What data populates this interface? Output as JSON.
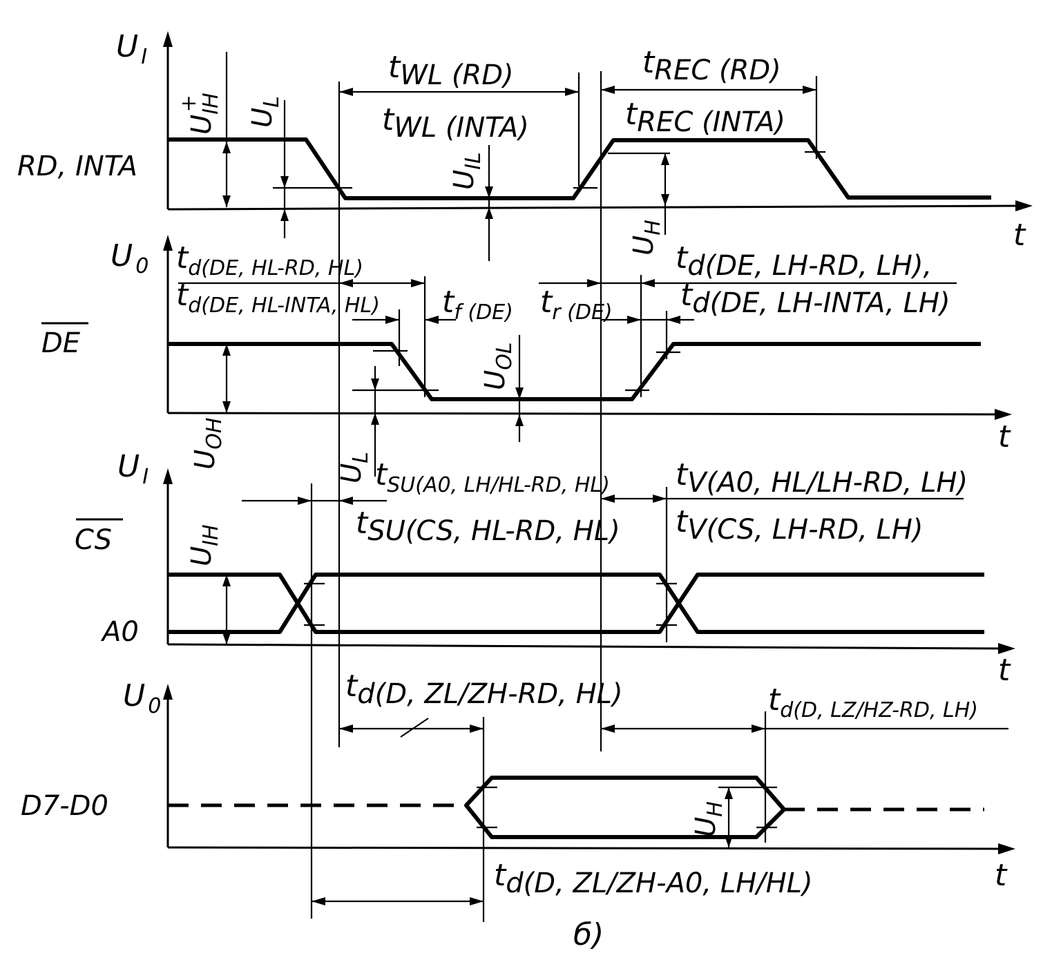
{
  "rows": {
    "rd": {
      "axis": "U",
      "axis_sub": "I",
      "signal": "RD, INTA"
    },
    "de": {
      "axis": "U",
      "axis_sub": "0",
      "signal": "DE"
    },
    "cs": {
      "axis": "U",
      "axis_sub": "I",
      "signal_cs": "CS",
      "signal_a0": "A0"
    },
    "d": {
      "axis": "U",
      "axis_sub": "0",
      "signal": "D7-D0"
    }
  },
  "time_axis": "t",
  "voltages": {
    "uih_plus": {
      "main": "U",
      "sub": "IH",
      "sup": "+"
    },
    "ul": {
      "main": "U",
      "sub": "L"
    },
    "uil": {
      "main": "U",
      "sub": "IL"
    },
    "uh": {
      "main": "U",
      "sub": "H"
    },
    "uoh": {
      "main": "U",
      "sub": "OH"
    },
    "uol": {
      "main": "U",
      "sub": "OL"
    },
    "uih": {
      "main": "U",
      "sub": "IH"
    }
  },
  "timings": {
    "twl_rd": "WL (RD)",
    "twl_inta": "WL (INTA)",
    "trec_rd": "REC (RD)",
    "trec_inta": "REC (INTA)",
    "td_de_hl_rd": "d(DE, HL-RD, HL)",
    "td_de_hl_inta": "d(DE, HL-INTA, HL)",
    "tf_de": "f (DE)",
    "tr_de": "r (DE)",
    "td_de_lh_rd": "d(DE, LH-RD, LH),",
    "td_de_lh_inta": "d(DE, LH-INTA, LH)",
    "tsu_a0": "SU(A0, LH/HL-RD, HL)",
    "tsu_cs": "SU(CS, HL-RD, HL)",
    "tv_a0": "V(A0, HL/LH-RD, LH)",
    "tv_cs": "V(CS, LH-RD, LH)",
    "td_d_zl_rd": "d(D, ZL/ZH-RD, HL)",
    "td_d_lz_rd": "d(D, LZ/HZ-RD, LH)",
    "td_d_zl_a0": "d(D, ZL/ZH-A0, LH/HL)"
  },
  "figure_label": "б)"
}
